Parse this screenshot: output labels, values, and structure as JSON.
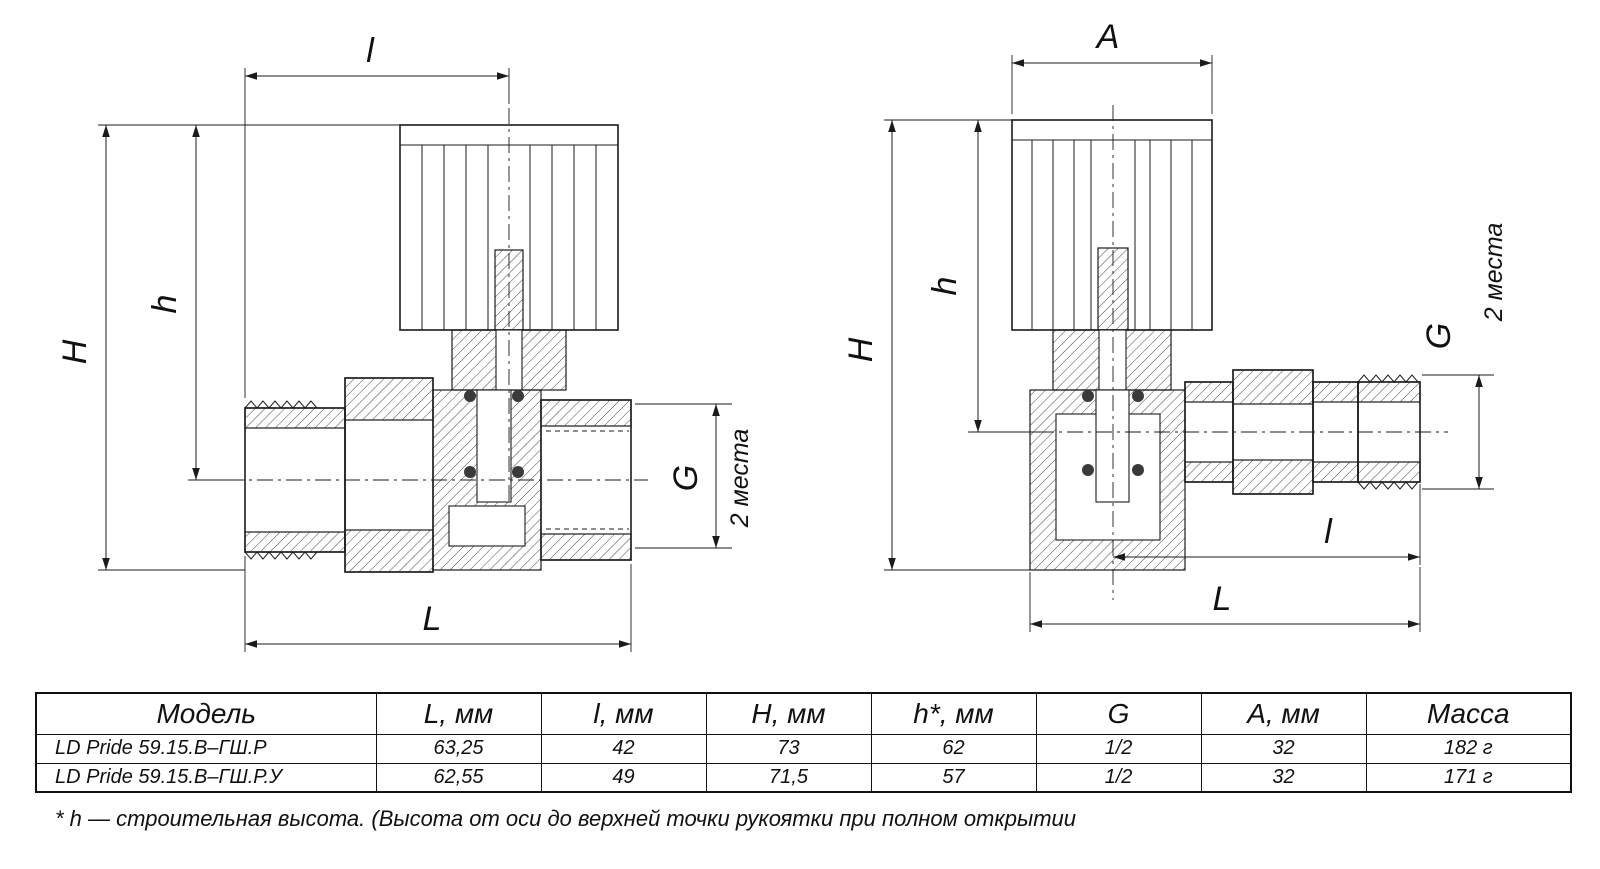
{
  "colors": {
    "ink": "#1b1b1b",
    "background": "#ffffff"
  },
  "drawings": {
    "straight_valve": {
      "dim_top": "l",
      "dim_height_outer": "H",
      "dim_height_inner": "h",
      "dim_thread": "G",
      "dim_thread_note": "2 места",
      "dim_length": "L"
    },
    "angle_valve": {
      "dim_top": "A",
      "dim_height_outer": "H",
      "dim_height_inner": "h",
      "dim_thread": "G",
      "dim_thread_note": "2 места",
      "dim_length_inner": "l",
      "dim_length": "L"
    }
  },
  "table": {
    "headers": [
      "Модель",
      "L, мм",
      "l, мм",
      "H, мм",
      "h*, мм",
      "G",
      "A, мм",
      "Масса"
    ],
    "rows": [
      [
        "LD Pride 59.15.В–ГШ.Р",
        "63,25",
        "42",
        "73",
        "62",
        "1/2",
        "32",
        "182 г"
      ],
      [
        "LD Pride 59.15.В–ГШ.Р.У",
        "62,55",
        "49",
        "71,5",
        "57",
        "1/2",
        "32",
        "171 г"
      ]
    ]
  },
  "footnote": "* h — строительная высота. (Высота от оси до верхней точки рукоятки при полном открытии"
}
